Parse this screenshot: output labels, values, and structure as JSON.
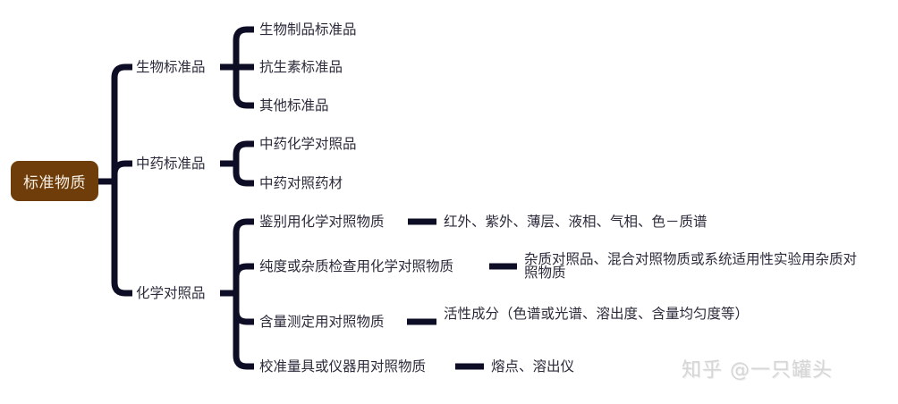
{
  "root": {
    "label": "标准物质",
    "fill_color": "#6e3d0a",
    "text_color": "#f6efe4"
  },
  "connector_color": "#0d0d26",
  "branches": [
    {
      "label": "生物标准品",
      "children": [
        {
          "label": "生物制品标准品"
        },
        {
          "label": "抗生素标准品"
        },
        {
          "label": "其他标准品"
        }
      ]
    },
    {
      "label": "中药标准品",
      "children": [
        {
          "label": "中药化学对照品"
        },
        {
          "label": "中药对照药材"
        }
      ]
    },
    {
      "label": "化学对照品",
      "children": [
        {
          "label": "鉴别用化学对照物质",
          "detail": "红外、紫外、薄层、液相、气相、色－质谱"
        },
        {
          "label": "纯度或杂质检查用化学对照物质",
          "detail": "杂质对照品、混合对照物质或系统适用性实验用杂质对照物质"
        },
        {
          "label": "含量测定用对照物质",
          "detail": "活性成分（色谱或光谱、溶出度、含量均匀度等）"
        },
        {
          "label": "校准量具或仪器用对照物质",
          "detail": "熔点、溶出仪"
        }
      ]
    }
  ],
  "watermark": "知乎 @一只罐头"
}
